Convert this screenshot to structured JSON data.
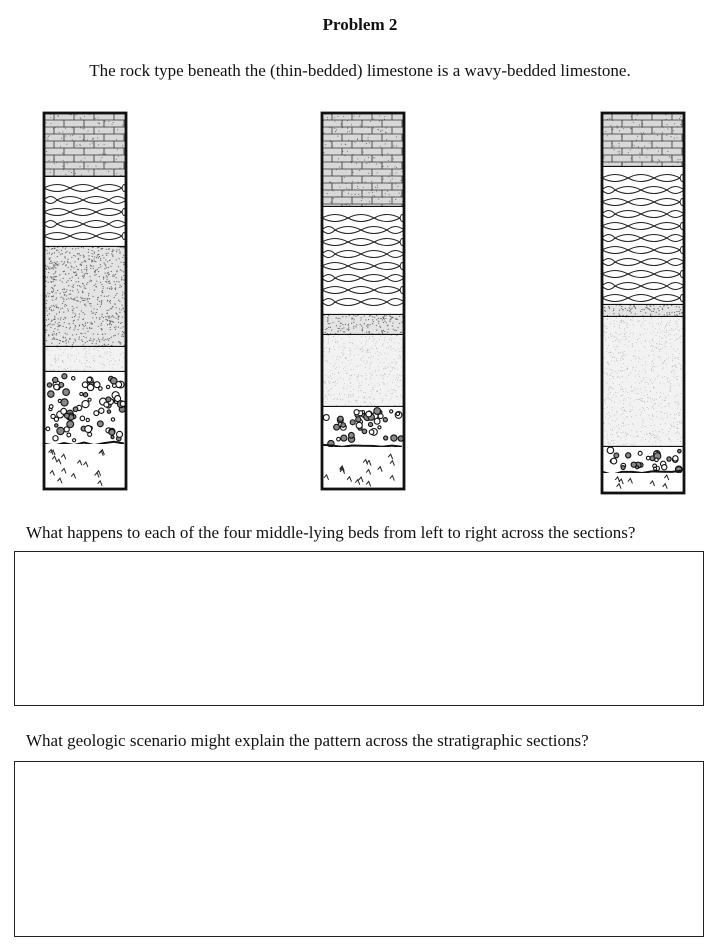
{
  "title": "Problem 2",
  "intro": "The rock type beneath the (thin-bedded) limestone is a wavy-bedded limestone.",
  "sections": [
    {
      "id": "left",
      "beds": [
        {
          "type": "thin-limestone",
          "h": 64
        },
        {
          "type": "wavy-limestone",
          "h": 70
        },
        {
          "type": "sandstone",
          "h": 100
        },
        {
          "type": "siltstone",
          "h": 25
        },
        {
          "type": "conglomerate",
          "h": 72
        },
        {
          "type": "igneous",
          "h": 45
        }
      ]
    },
    {
      "id": "middle",
      "beds": [
        {
          "type": "thin-limestone",
          "h": 94
        },
        {
          "type": "wavy-limestone",
          "h": 108
        },
        {
          "type": "sandstone",
          "h": 20
        },
        {
          "type": "siltstone",
          "h": 72
        },
        {
          "type": "conglomerate",
          "h": 40
        },
        {
          "type": "igneous",
          "h": 42
        }
      ]
    },
    {
      "id": "right",
      "beds": [
        {
          "type": "thin-limestone",
          "h": 54
        },
        {
          "type": "wavy-limestone",
          "h": 138
        },
        {
          "type": "sandstone",
          "h": 12
        },
        {
          "type": "siltstone",
          "h": 130
        },
        {
          "type": "conglomerate",
          "h": 26
        },
        {
          "type": "igneous",
          "h": 20
        }
      ]
    }
  ],
  "questions": [
    {
      "text": "What happens to each of the four middle-lying beds from left to right across the sections?"
    },
    {
      "text": "What geologic scenario might explain the pattern across the stratigraphic sections?"
    }
  ]
}
